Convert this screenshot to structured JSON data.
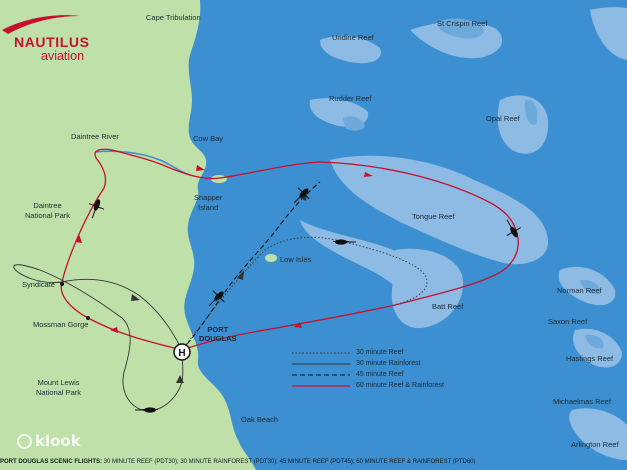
{
  "brand": {
    "name": "NAUTILUS",
    "sub": "aviation"
  },
  "places": {
    "cape_tribulation": "Cape Tribulation",
    "daintree_river": "Daintree River",
    "cow_bay": "Cow Bay",
    "daintree_np": "Daintree\nNational Park",
    "snapper_island": "Snapper\nIsland",
    "syndicate": "Syndicate",
    "mossman_gorge": "Mossman Gorge",
    "mount_lewis": "Mount Lewis\nNational Park",
    "port_douglas": "PORT\nDOUGLAS",
    "oak_beach": "Oak Beach",
    "low_isles": "Low Isles"
  },
  "reefs": {
    "undine": "Undine Reef",
    "st_crispin": "St Crispin Reef",
    "rudder": "Rudder Reef",
    "opal": "Opal Reef",
    "tongue": "Tongue Reef",
    "batt": "Batt Reef",
    "norman": "Norman Reef",
    "saxon": "Saxon Reef",
    "hastings": "Hastings Reef",
    "michaelmas": "Michaelmas Reef",
    "arlington": "Arlington Reef"
  },
  "helipad_symbol": "H",
  "legend": [
    {
      "label": "30 minute Reef",
      "style": "dotted",
      "color": "#333333"
    },
    {
      "label": "30 minute Rainforest",
      "style": "solid",
      "color": "#333333"
    },
    {
      "label": "45 minute Reef",
      "style": "dashed",
      "color": "#111111"
    },
    {
      "label": "60 minute Reef & Rainforest",
      "style": "solid",
      "color": "#c8102e"
    }
  ],
  "footer": {
    "bold": "PORT DOUGLAS SCENIC FLIGHTS:",
    "text": " 30 MINUTE REEF (PDT30); 30 MINUTE RAINFOREST (PDT30); 45 MINUTE REEF (PDT45); 60 MINUTE REEF & RAINFOREST (PTD60)"
  },
  "watermark": "klook",
  "colors": {
    "ocean": "#3c8fd0",
    "land": "#bfe0a8",
    "reef": "#8dbbe4",
    "route_red": "#c8102e",
    "route_dark": "#111111"
  }
}
